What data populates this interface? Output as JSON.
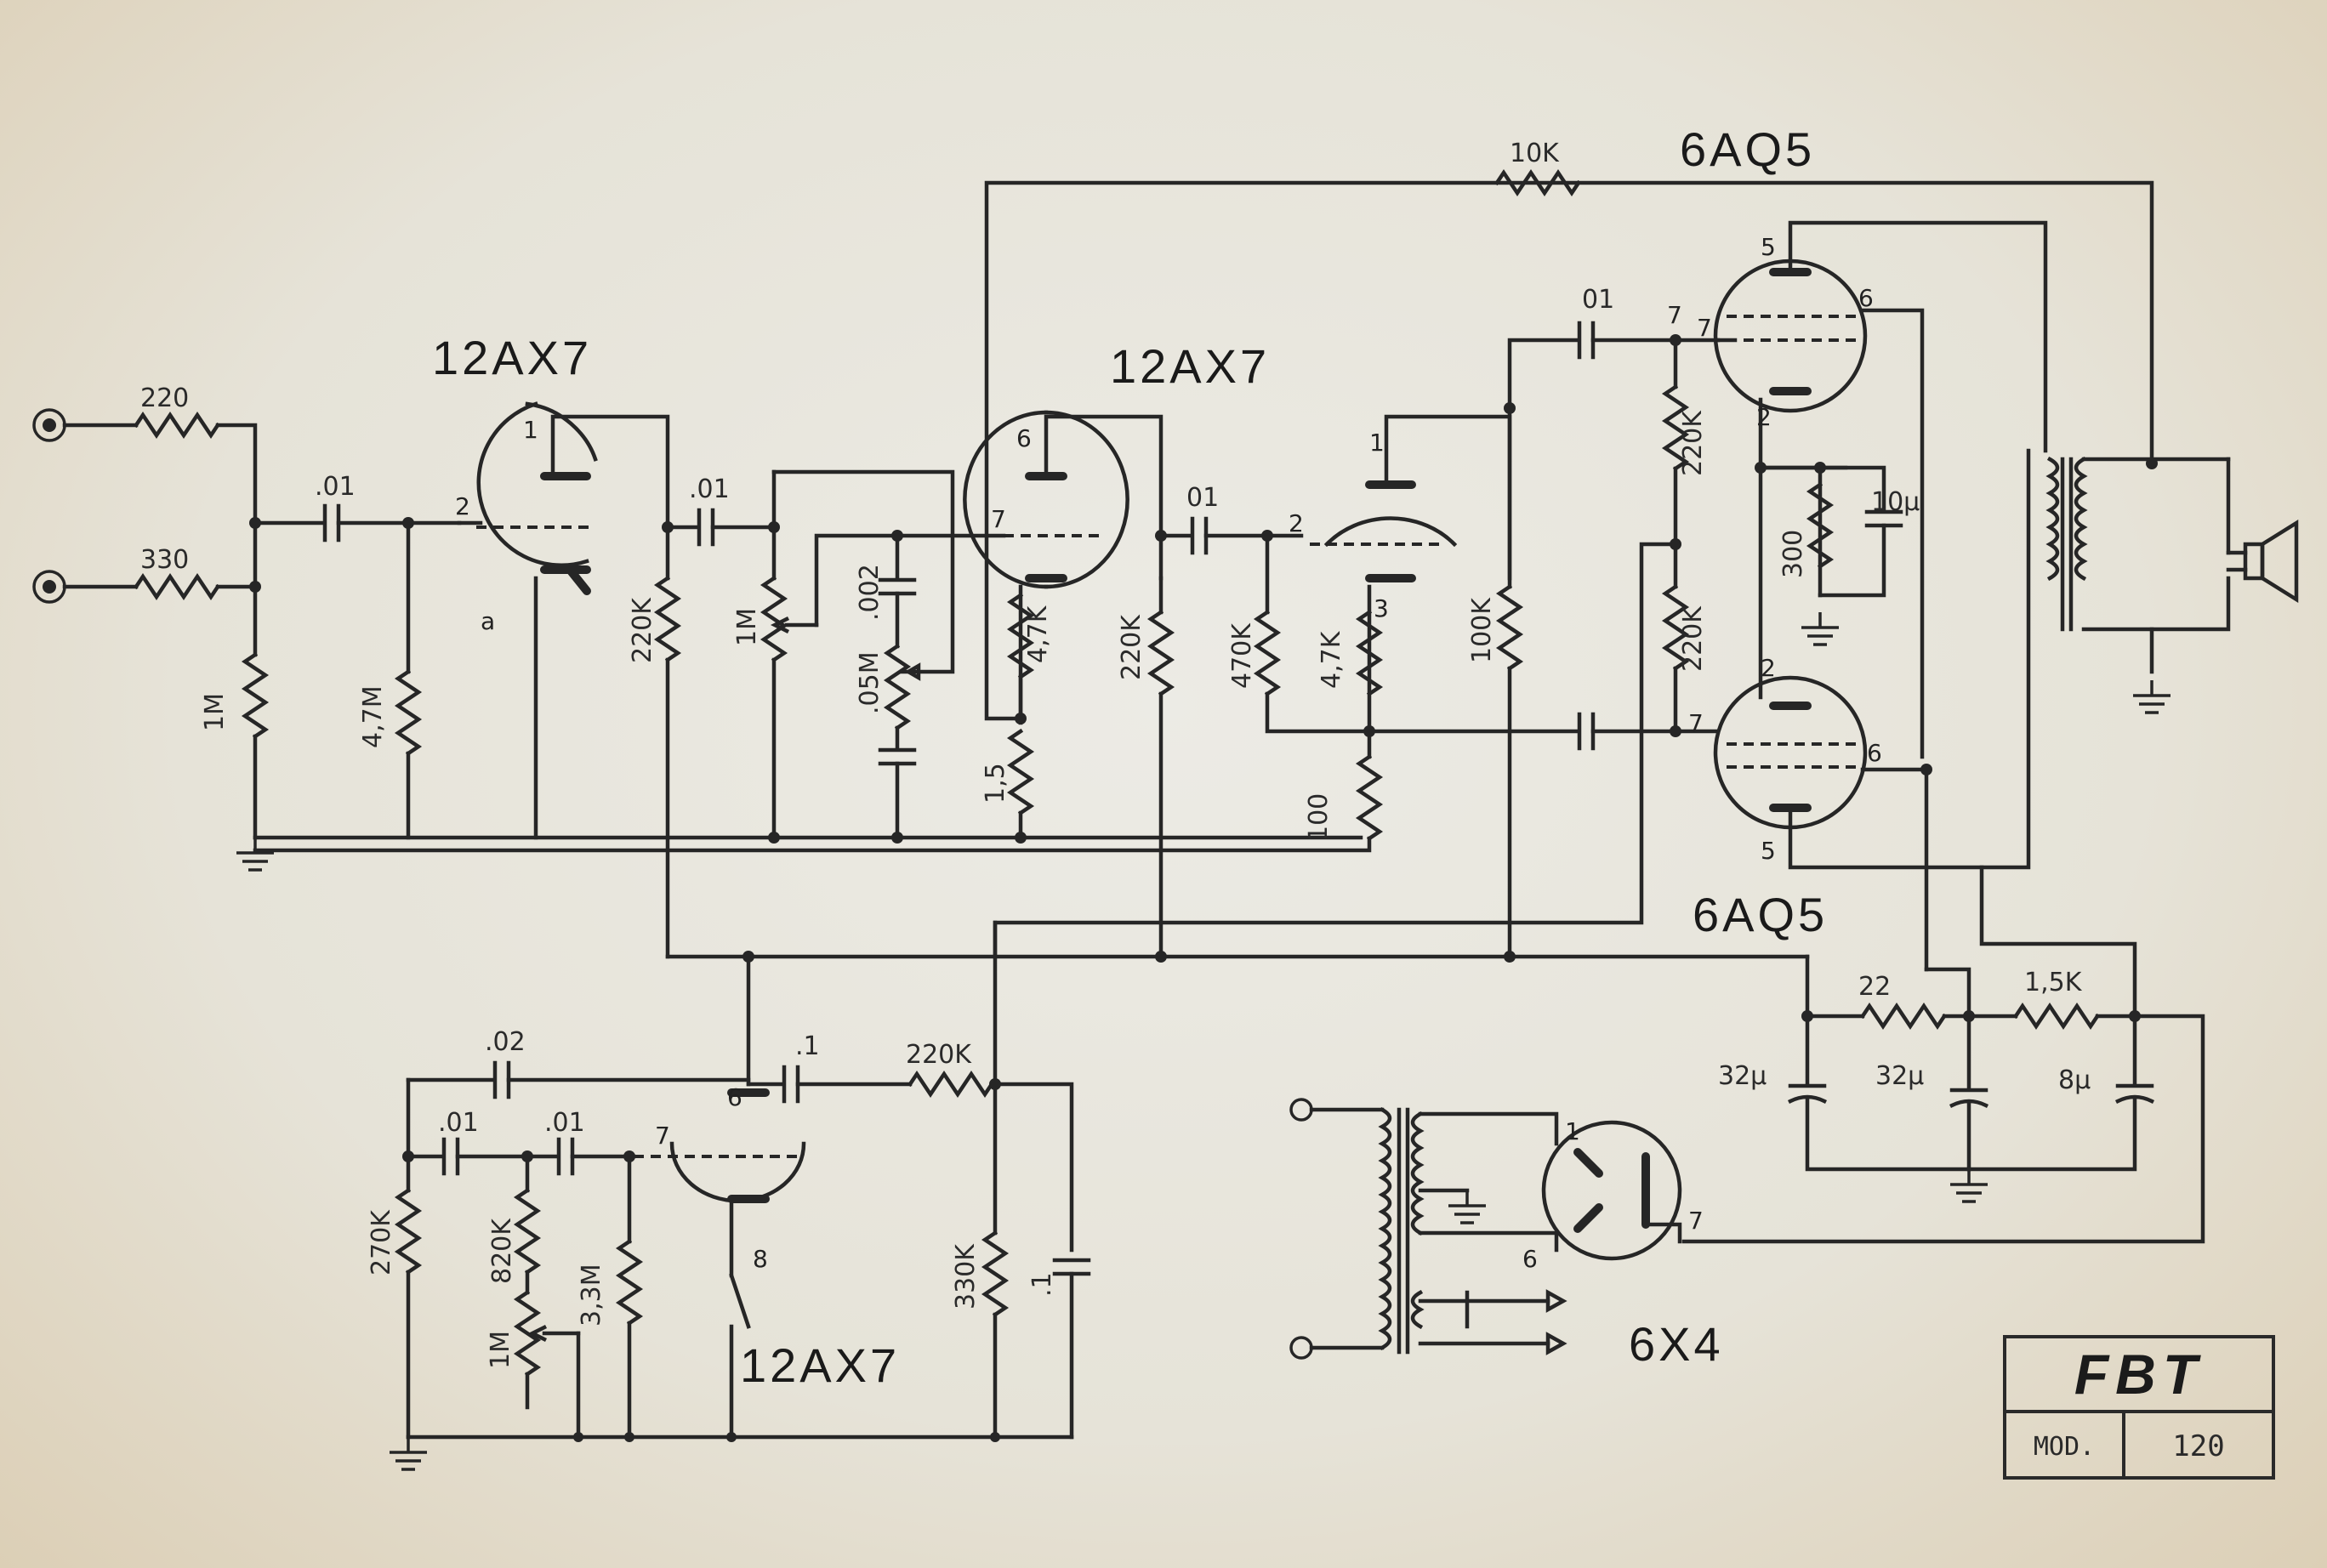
{
  "tubes": {
    "v1": "12AX7",
    "v2": "12AX7",
    "v3": "12AX7",
    "v4": "6AQ5",
    "v5": "6AQ5",
    "rect": "6X4"
  },
  "resistors": {
    "r_in1": "220",
    "r_in2": "330",
    "r_grid1": "1M",
    "r_grid2": "4,7M",
    "r_plate1": "220K",
    "r_vol": "1M",
    "r_tone": ".05M",
    "r_cath2": "4,7K",
    "r_cath2b": "1,5",
    "r_plate2": "220K",
    "r_pi_grid": "470K",
    "r_pi_cath": "4,7K",
    "r_pi_tail": "100",
    "r_pi_plate": "100K",
    "r_g_out1": "220K",
    "r_g_out2": "220K",
    "r_out_cath": "300",
    "r_fb": "10K",
    "r_dec1": "220K",
    "r_dec2": "330K",
    "r_trem1": "270K",
    "r_trem2": "820K",
    "r_trem_pot": "1M",
    "r_trem3": "3,3M",
    "r_ps1": "22",
    "r_ps2": "1,5K"
  },
  "capacitors": {
    "c_in": ".01",
    "c_c1": ".01",
    "c_c2": "01",
    "c_c3": "01",
    "c_tone": ".002",
    "c_bypass": "10µ",
    "c_trem1": ".02",
    "c_trem2": ".01",
    "c_trem3": ".01",
    "c_trem_out": ".1",
    "c_dec": ".1",
    "c_f1": "32µ",
    "c_f2": "32µ",
    "c_f3": "8µ"
  },
  "pins": {
    "v1_plate": "1",
    "v1_grid": "2",
    "v1_cath": "a",
    "v2_plate": "6",
    "v2_grid": "7",
    "v3_plate": "1",
    "v3_grid": "2",
    "v3_cath": "3",
    "v4_plate": "5",
    "v4_g1": "7",
    "v4_g2": "6",
    "v4_cath": "2",
    "v5_plate": "5",
    "v5_g1": "7",
    "v5_g2": "6",
    "v5_cath": "2",
    "trem_plate": "6",
    "trem_grid": "7",
    "trem_cath": "8",
    "rect_a1": "1",
    "rect_a2": "6",
    "rect_k": "7"
  },
  "title_block": {
    "brand": "FBT",
    "model_label": "MOD.",
    "model_number": "120"
  }
}
